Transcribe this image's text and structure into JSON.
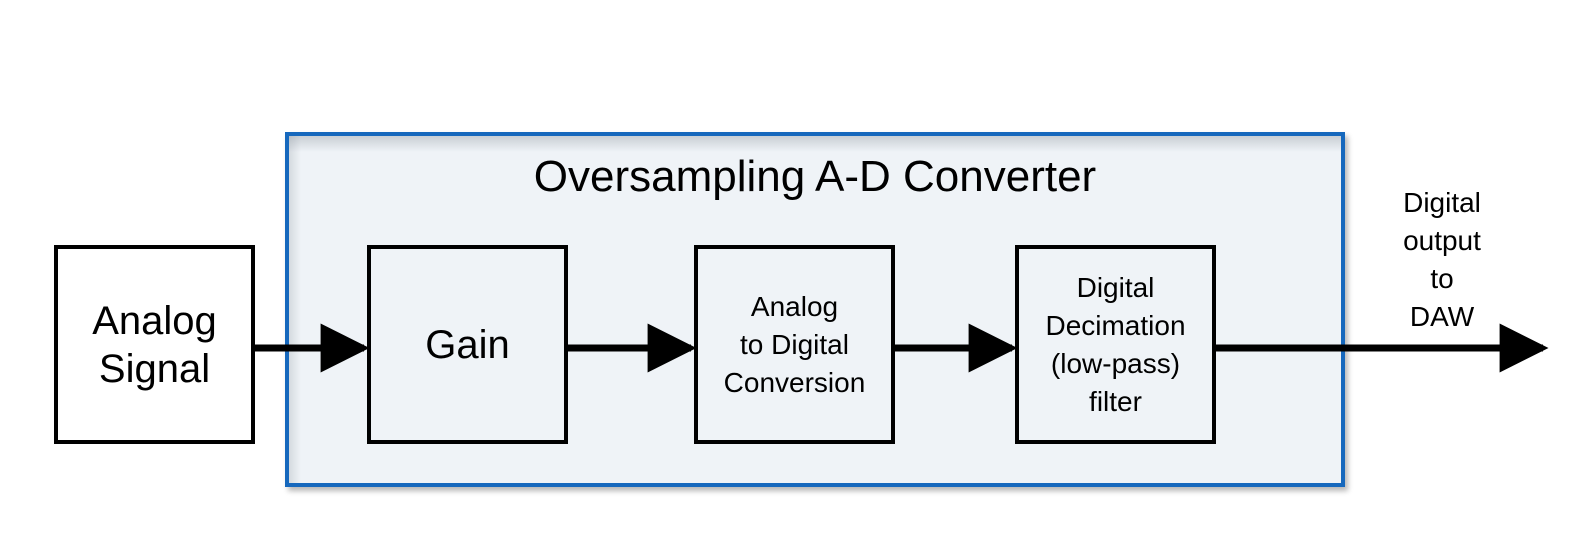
{
  "diagram": {
    "title": "Oversampling A-D Converter",
    "background_color": "#ffffff",
    "panel": {
      "label": "Oversampling A-D Converter",
      "border_color": "#1668bd",
      "fill_color": "#eff3f7"
    },
    "blocks": [
      {
        "id": "analog-signal",
        "lines": [
          "Analog",
          "Signal"
        ],
        "fill_color": "#ffffff",
        "border_color": "#000000",
        "inside_panel": false
      },
      {
        "id": "gain",
        "lines": [
          "Gain"
        ],
        "fill_color": "#eff3f7",
        "border_color": "#000000",
        "inside_panel": true
      },
      {
        "id": "analog-to-digital-conversion",
        "lines": [
          "Analog",
          "to Digital",
          "Conversion"
        ],
        "fill_color": "#eff3f7",
        "border_color": "#000000",
        "inside_panel": true
      },
      {
        "id": "digital-decimation-filter",
        "lines": [
          "Digital",
          "Decimation",
          "(low-pass)",
          "filter"
        ],
        "fill_color": "#eff3f7",
        "border_color": "#000000",
        "inside_panel": true
      }
    ],
    "output_label": {
      "lines": [
        "Digital",
        "output",
        "to",
        "DAW"
      ]
    },
    "connectors": [
      {
        "id": "analog-signal-to-gain",
        "from": "analog-signal",
        "to": "gain",
        "style": "arrow"
      },
      {
        "id": "gain-to-adc",
        "from": "gain",
        "to": "analog-to-digital-conversion",
        "style": "arrow"
      },
      {
        "id": "adc-to-decimation",
        "from": "analog-to-digital-conversion",
        "to": "digital-decimation-filter",
        "style": "arrow"
      },
      {
        "id": "decimation-to-output",
        "from": "digital-decimation-filter",
        "to": "output",
        "style": "arrow"
      }
    ]
  }
}
